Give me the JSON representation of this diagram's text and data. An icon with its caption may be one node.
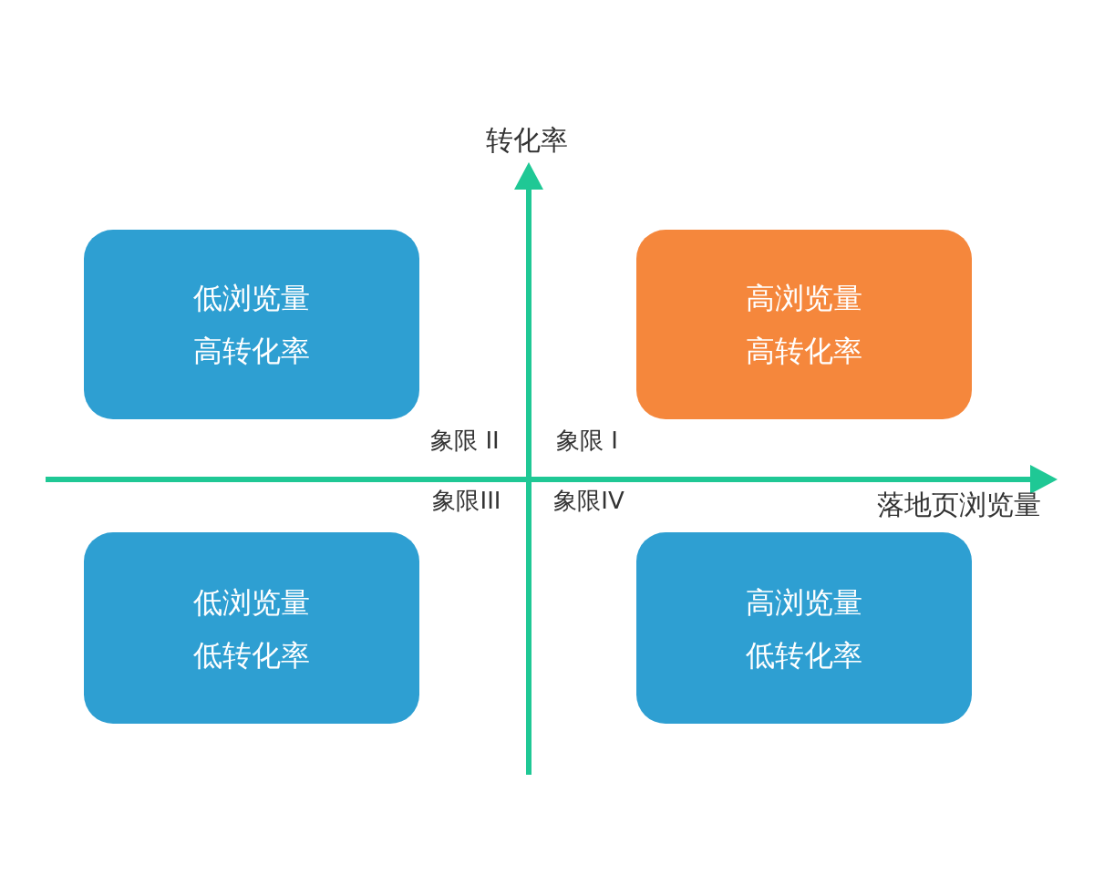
{
  "diagram": {
    "nodes": [
      {
        "text": [
          "低浏览量",
          "高转化率"
        ]
      },
      {
        "text": [
          "高浏览量",
          "高转化率"
        ]
      },
      {
        "text": [
          "低浏览量",
          "低转化率"
        ]
      },
      {
        "text": [
          "高浏览量",
          "低转化率"
        ]
      }
    ],
    "labels": [
      "转化率",
      "象限 II",
      "象限 I",
      "象限III",
      "象限IV",
      "落地页浏览量"
    ]
  }
}
